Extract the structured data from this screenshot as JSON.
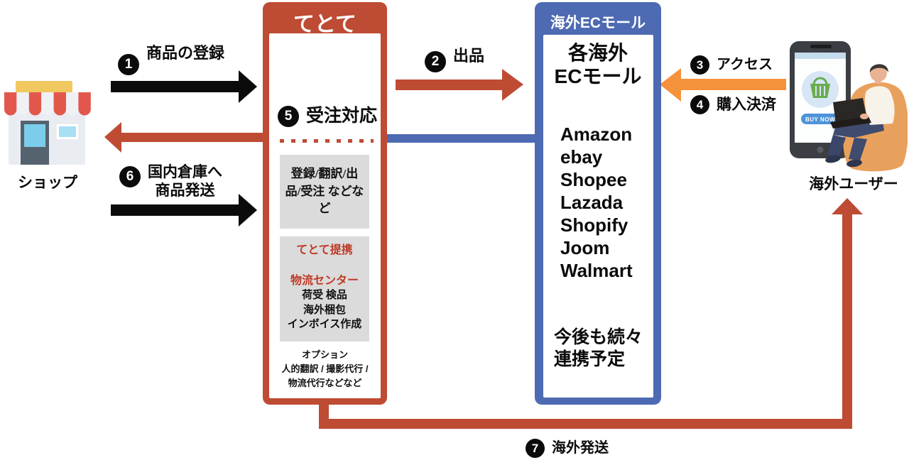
{
  "shop": {
    "label": "ショップ"
  },
  "steps": {
    "s1": {
      "num": "1",
      "label": "商品の登録"
    },
    "s2": {
      "num": "2",
      "label": "出品"
    },
    "s3": {
      "num": "3",
      "label": "アクセス"
    },
    "s4": {
      "num": "4",
      "label": "購入決済"
    },
    "s5": {
      "num": "5",
      "label": "受注対応"
    },
    "s6": {
      "num": "6",
      "label": "国内倉庫へ\n商品発送"
    },
    "s7": {
      "num": "7",
      "label": "海外発送"
    }
  },
  "tetote": {
    "title": "てとて",
    "services": "登録/翻訳/出品/受注 などなど",
    "partner_title": "てとて提携",
    "partner_center": "物流センター",
    "partner_items": [
      "荷受 検品",
      "海外梱包",
      "インボイス作成"
    ],
    "options": [
      "オプション",
      "人的翻訳 / 撮影代行 /",
      "物流代行などなど"
    ]
  },
  "ec_mall": {
    "title": "海外ECモール",
    "heading": "各海外\nECモール",
    "malls": [
      "Amazon",
      "ebay",
      "Shopee",
      "Lazada",
      "Shopify",
      "Joom",
      "Walmart"
    ],
    "future": "今後も続々\n連携予定"
  },
  "user": {
    "label": "海外ユーザー",
    "phone_button": "BUY NOW"
  },
  "colors": {
    "red": "#BE4B33",
    "blue": "#4D6AB2",
    "orange": "#F6923B",
    "black": "#0B0B0B",
    "gray_box": "#DBDBDB"
  }
}
